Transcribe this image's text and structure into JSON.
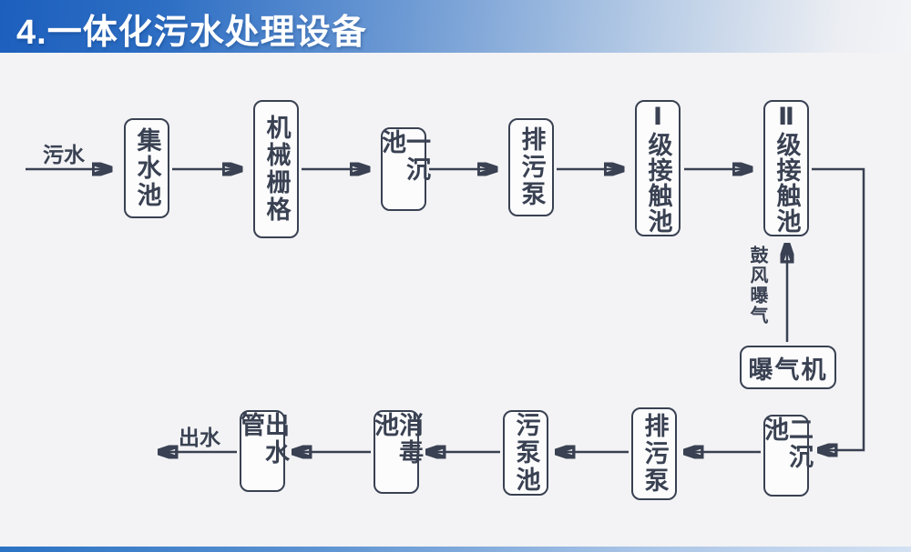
{
  "title": "4.一体化污水处理设备",
  "colors": {
    "accent_blue": "#1c5fbd",
    "line": "#394152",
    "box_fill": "#fcfcfd",
    "background": "#f3f3f5"
  },
  "flow": {
    "inflow_label": "污水",
    "outflow_label": "出水",
    "aeration_flow_label": "鼓风曝气",
    "nodes": [
      {
        "id": "collecting-tank",
        "label": "集水池"
      },
      {
        "id": "mechanical-grid",
        "label": "机械栅格"
      },
      {
        "id": "primary-sedimentation",
        "label": "一沉池"
      },
      {
        "id": "sewage-pump-top",
        "label": "排污泵"
      },
      {
        "id": "level1-contact-tank",
        "label": "Ⅰ级接触池"
      },
      {
        "id": "level2-contact-tank",
        "label": "Ⅱ级接触池"
      },
      {
        "id": "aerator",
        "label": "曝气机"
      },
      {
        "id": "secondary-sedimentation",
        "label": "二沉池"
      },
      {
        "id": "sewage-pump-bottom",
        "label": "排污泵"
      },
      {
        "id": "sludge-pump-tank",
        "label": "污泵池"
      },
      {
        "id": "disinfection-tank",
        "label": "消毒池"
      },
      {
        "id": "outlet-pipe",
        "label": "出水管"
      }
    ]
  }
}
